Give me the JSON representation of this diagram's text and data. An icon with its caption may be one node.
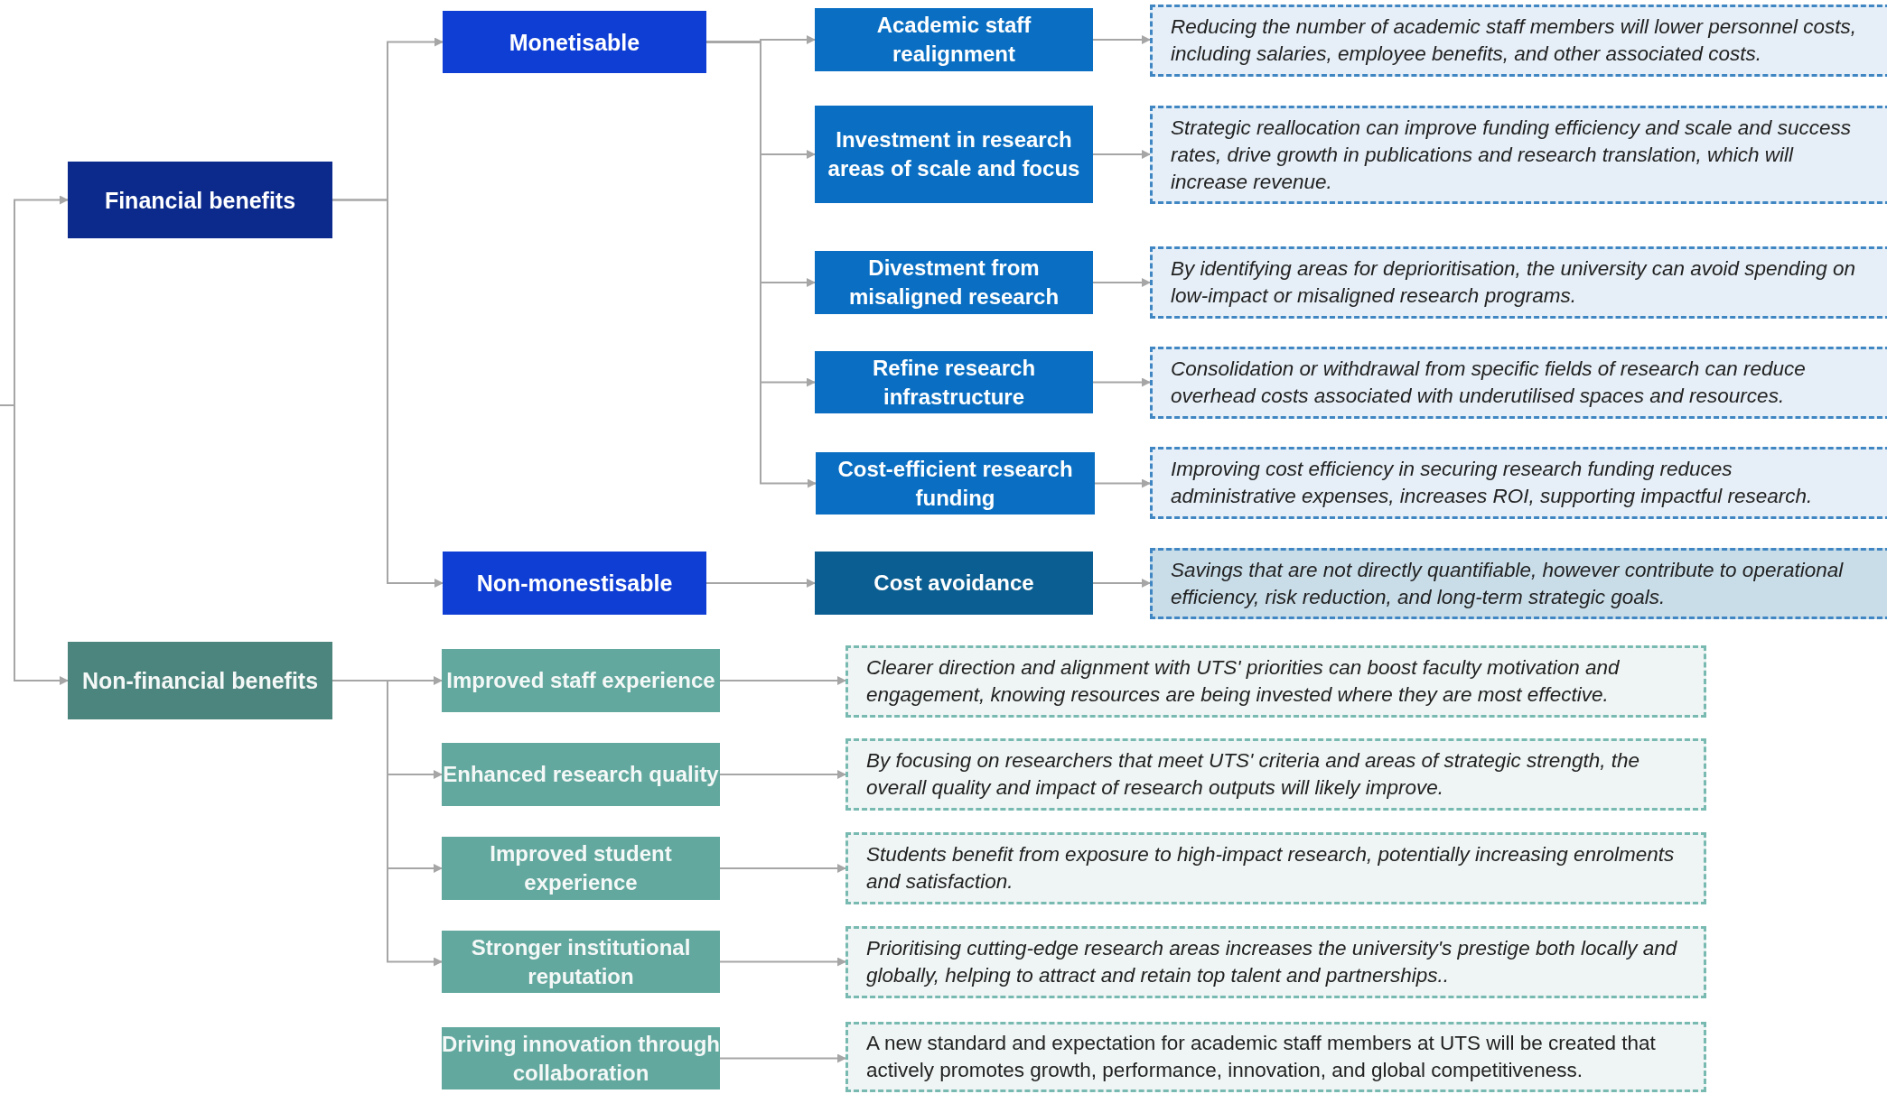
{
  "diagram": {
    "nodes": [
      {
        "text": [
          "Financial benefits"
        ]
      },
      {
        "text": [
          "Monetisable"
        ]
      },
      {
        "text": [
          "Academic staff realignment"
        ]
      },
      {
        "text": [
          "Reducing the number of academic staff members will lower personnel costs, including salaries, employee benefits, and other associated costs."
        ]
      },
      {
        "text": [
          "Investment in research areas of scale and focus"
        ]
      },
      {
        "text": [
          "Strategic reallocation can improve funding efficiency and scale and success rates, drive growth in publications and research translation, which will increase revenue."
        ]
      },
      {
        "text": [
          "Divestment from misaligned research"
        ]
      },
      {
        "text": [
          "By identifying areas for deprioritisation, the university can avoid spending on low-impact or misaligned research programs."
        ]
      },
      {
        "text": [
          "Refine research infrastructure"
        ]
      },
      {
        "text": [
          "Consolidation or withdrawal from specific fields of research can reduce overhead costs associated with underutilised spaces and resources."
        ]
      },
      {
        "text": [
          "Cost-efficient research funding"
        ]
      },
      {
        "text": [
          "Improving cost efficiency in securing research funding reduces administrative expenses, increases ROI, supporting impactful research."
        ]
      },
      {
        "text": [
          "Non-monestisable"
        ]
      },
      {
        "text": [
          "Cost avoidance"
        ]
      },
      {
        "text": [
          "Savings that are not directly quantifiable, however contribute to operational efficiency, risk reduction, and long-term strategic goals."
        ]
      },
      {
        "text": [
          "Non-financial benefits"
        ]
      },
      {
        "text": [
          "Improved staff experience"
        ]
      },
      {
        "text": [
          "Clearer direction and alignment with UTS' priorities can boost faculty motivation and engagement, knowing resources are being invested where they are most effective."
        ]
      },
      {
        "text": [
          "Enhanced research quality"
        ]
      },
      {
        "text": [
          "By focusing on researchers that meet UTS' criteria and areas of strategic strength, the overall quality and impact of research outputs will likely improve."
        ]
      },
      {
        "text": [
          "Improved student experience"
        ]
      },
      {
        "text": [
          "Students benefit from exposure to high-impact research, potentially increasing enrolments and satisfaction."
        ]
      },
      {
        "text": [
          "Stronger institutional reputation"
        ]
      },
      {
        "text": [
          "Prioritising cutting-edge research areas increases the university's prestige both locally and globally, helping to attract and retain top talent and partnerships.."
        ]
      },
      {
        "text": [
          "Driving innovation through collaboration"
        ]
      },
      {
        "text": [
          "A new standard and expectation for academic staff members at UTS will be created that actively promotes growth, performance, innovation, and global competitiveness."
        ]
      }
    ],
    "edges": [
      {
        "from": null,
        "to": 0,
        "arrow": "to"
      },
      {
        "from": null,
        "to": 15,
        "arrow": "to"
      },
      {
        "from": 0,
        "to": 1,
        "arrow": "to"
      },
      {
        "from": 0,
        "to": 12,
        "arrow": "to"
      },
      {
        "from": 1,
        "to": 2,
        "arrow": "to"
      },
      {
        "from": 1,
        "to": 4,
        "arrow": "to"
      },
      {
        "from": 1,
        "to": 6,
        "arrow": "to"
      },
      {
        "from": 1,
        "to": 8,
        "arrow": "to"
      },
      {
        "from": 1,
        "to": 10,
        "arrow": "to"
      },
      {
        "from": 2,
        "to": 3,
        "arrow": "to"
      },
      {
        "from": 4,
        "to": 5,
        "arrow": "to"
      },
      {
        "from": 6,
        "to": 7,
        "arrow": "to"
      },
      {
        "from": 8,
        "to": 9,
        "arrow": "to"
      },
      {
        "from": 10,
        "to": 11,
        "arrow": "to"
      },
      {
        "from": 12,
        "to": 13,
        "arrow": "to"
      },
      {
        "from": 13,
        "to": 14,
        "arrow": "to"
      },
      {
        "from": 15,
        "to": 16,
        "arrow": "to"
      },
      {
        "from": 15,
        "to": 18,
        "arrow": "to"
      },
      {
        "from": 15,
        "to": 20,
        "arrow": "to"
      },
      {
        "from": 15,
        "to": 22,
        "arrow": "to"
      },
      {
        "from": 16,
        "to": 17,
        "arrow": "to"
      },
      {
        "from": 18,
        "to": 19,
        "arrow": "to"
      },
      {
        "from": 20,
        "to": 21,
        "arrow": "to"
      },
      {
        "from": 22,
        "to": 23,
        "arrow": "to"
      },
      {
        "from": 24,
        "to": 25,
        "arrow": "to"
      }
    ]
  }
}
